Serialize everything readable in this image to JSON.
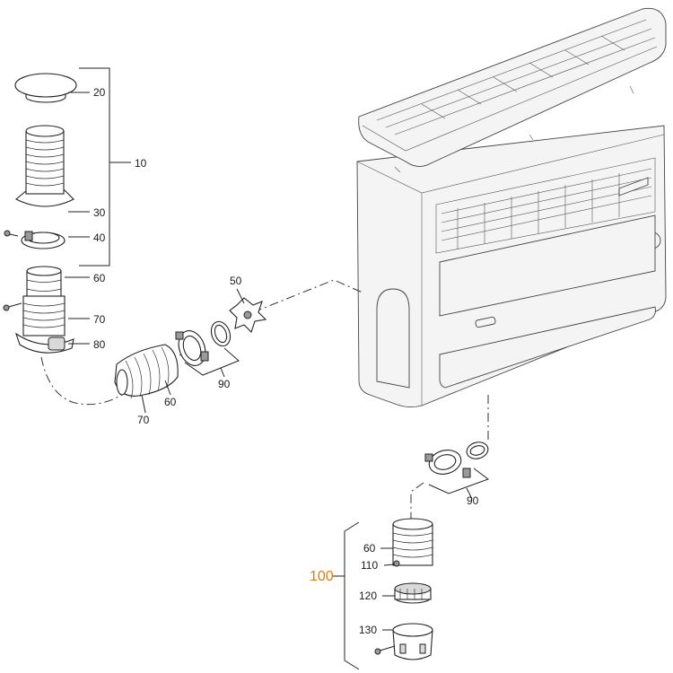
{
  "callouts": {
    "c10": "10",
    "c20": "20",
    "c30": "30",
    "c40": "40",
    "c50": "50",
    "c60_top": "60",
    "c70_top": "70",
    "c80": "80",
    "c60_mid": "60",
    "c70_mid": "70",
    "c90_mid": "90",
    "c90_bottom": "90",
    "c100": "100",
    "c60_bottom": "60",
    "c110": "110",
    "c120": "120",
    "c130": "130"
  },
  "colors": {
    "accent_label": "#e07a12",
    "line": "#222222",
    "cabinet_fill": "#f4f4f4"
  }
}
